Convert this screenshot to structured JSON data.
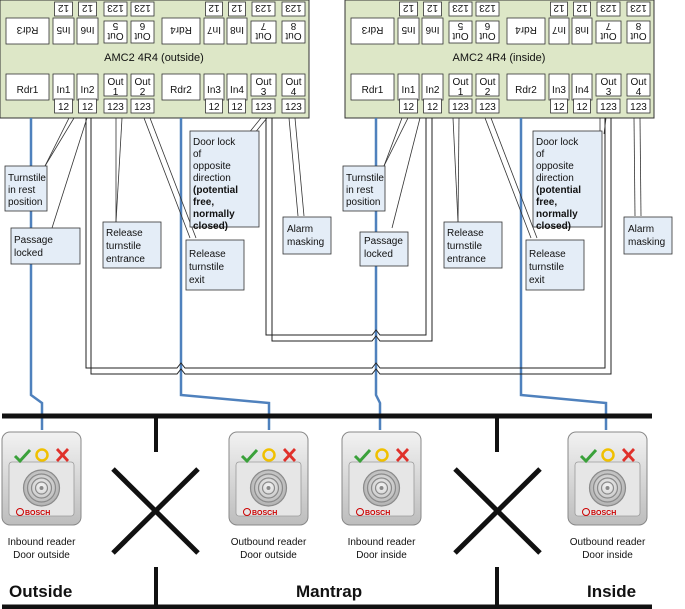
{
  "controllers": [
    {
      "title": "AMC2 4R4 (outside)",
      "top_ports": [
        "Rdr3",
        "In5",
        "In6",
        "Out 5",
        "Out 6",
        "Rdr4",
        "In7",
        "In8",
        "Out 7",
        "Out 8"
      ],
      "bottom_ports": [
        {
          "label": "Rdr1",
          "pins": ""
        },
        {
          "label": "In1",
          "pins": "12"
        },
        {
          "label": "In2",
          "pins": "12"
        },
        {
          "label": "Out 1",
          "pins": "123"
        },
        {
          "label": "Out 2",
          "pins": "123"
        },
        {
          "label": "Rdr2",
          "pins": ""
        },
        {
          "label": "In3",
          "pins": "12"
        },
        {
          "label": "In4",
          "pins": "12"
        },
        {
          "label": "Out 3",
          "pins": "123"
        },
        {
          "label": "Out 4",
          "pins": "123"
        }
      ],
      "top_pins": [
        "",
        "12",
        "12",
        "123",
        "123",
        "",
        "12",
        "12",
        "123",
        "123"
      ]
    },
    {
      "title": "AMC2 4R4 (inside)",
      "top_ports": [
        "Rdr3",
        "In5",
        "In6",
        "Out 5",
        "Out 6",
        "Rdr4",
        "In7",
        "In8",
        "Out 7",
        "Out 8"
      ],
      "bottom_ports": [
        {
          "label": "Rdr1",
          "pins": ""
        },
        {
          "label": "In1",
          "pins": "12"
        },
        {
          "label": "In2",
          "pins": "12"
        },
        {
          "label": "Out 1",
          "pins": "123"
        },
        {
          "label": "Out 2",
          "pins": "123"
        },
        {
          "label": "Rdr2",
          "pins": ""
        },
        {
          "label": "In3",
          "pins": "12"
        },
        {
          "label": "In4",
          "pins": "12"
        },
        {
          "label": "Out 3",
          "pins": "123"
        },
        {
          "label": "Out 4",
          "pins": "123"
        }
      ],
      "top_pins": [
        "",
        "12",
        "12",
        "123",
        "123",
        "",
        "12",
        "12",
        "123",
        "123"
      ]
    }
  ],
  "callouts": {
    "turnstile_rest": "Turnstile in rest position",
    "passage_locked": "Passage locked",
    "release_entrance": "Release turnstile entrance",
    "release_exit": "Release turnstile exit",
    "door_lock_prefix": "Door lock of opposite direction",
    "door_lock_bold": "(potential free, normally closed)",
    "alarm_masking": "Alarm masking"
  },
  "readers": [
    {
      "line1": "Inbound reader",
      "line2": "Door outside"
    },
    {
      "line1": "Outbound reader",
      "line2": "Door outside"
    },
    {
      "line1": "Inbound reader",
      "line2": "Door inside"
    },
    {
      "line1": "Outbound reader",
      "line2": "Door inside"
    }
  ],
  "reader_brand": "BOSCH",
  "zones": [
    "Outside",
    "Mantrap",
    "Inside"
  ],
  "colors": {
    "controller_fill": "#dde7c7",
    "port_fill": "#ffffff",
    "callout_fill": "#e4edf7",
    "reader_wire": "#4f81bd",
    "barrier": "#111111",
    "check": "#3aa13a",
    "circle": "#f0c000",
    "cross": "#e0302a"
  },
  "icons": [
    "check-icon",
    "circle-icon",
    "cross-icon",
    "bosch-logo-icon"
  ]
}
